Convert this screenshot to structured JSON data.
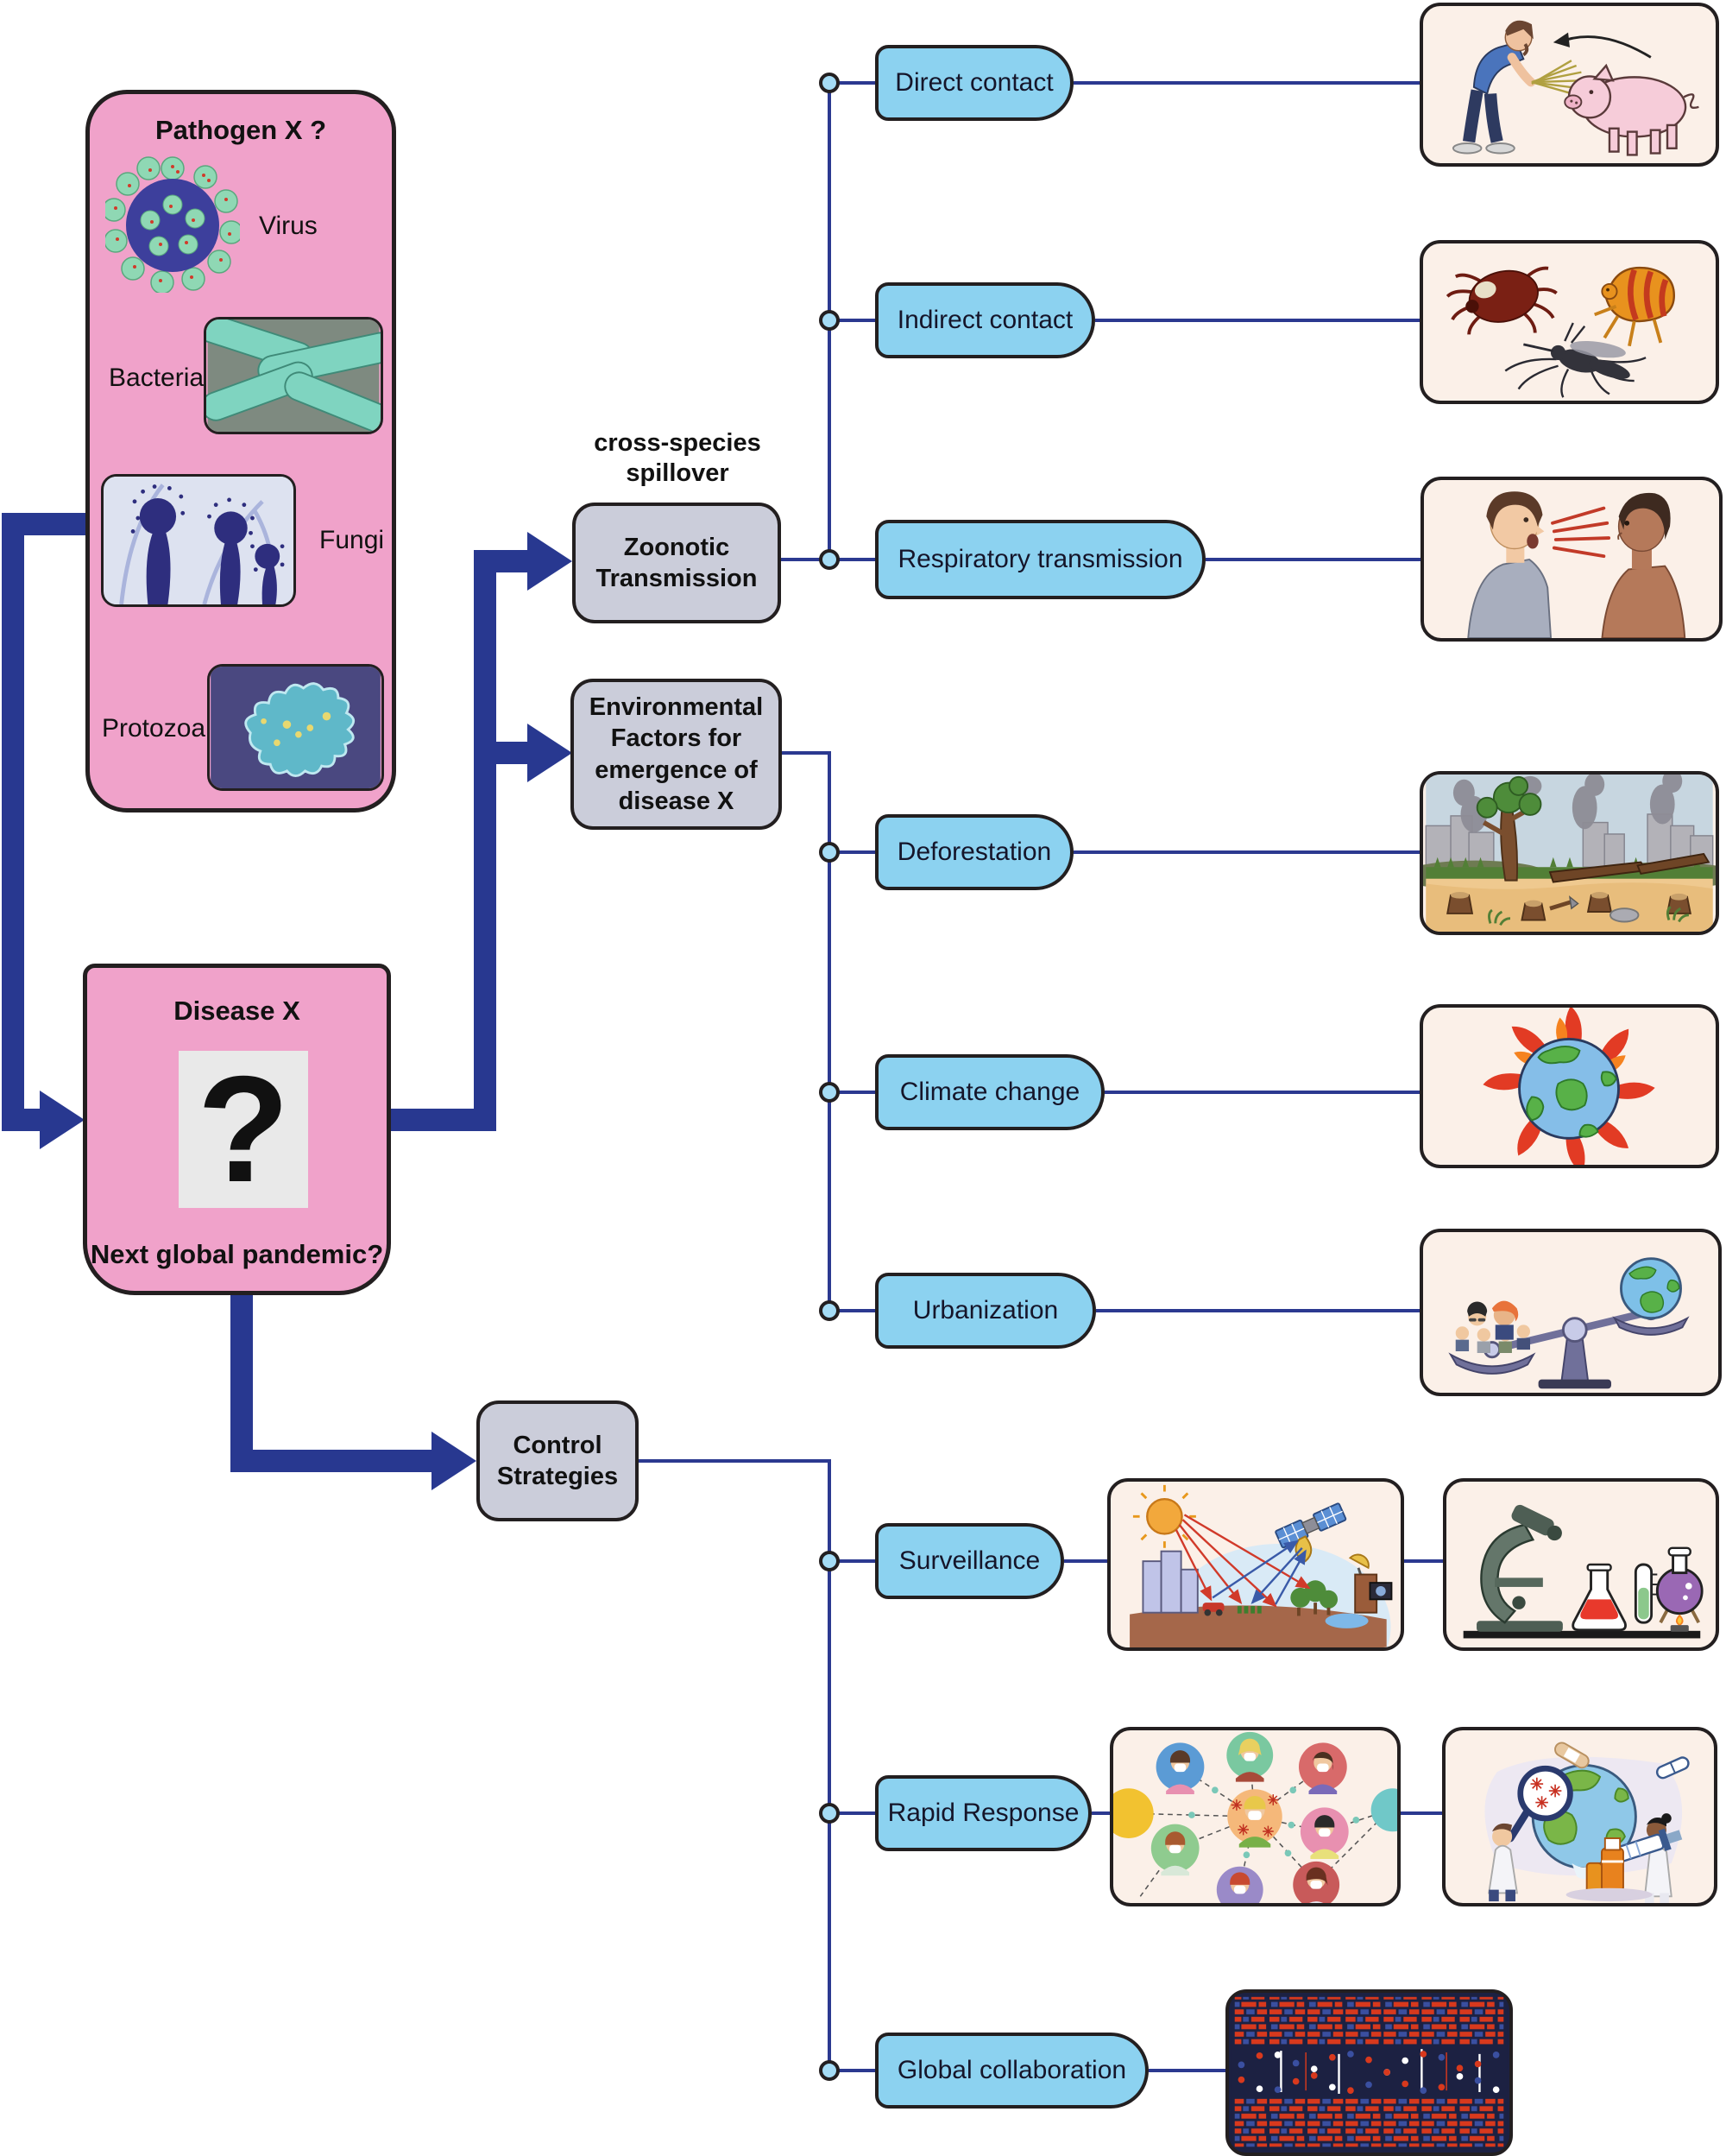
{
  "palette": {
    "pink": "#F0A2CA",
    "branch_blue": "#8CD2F0",
    "hub_gray": "#CBCDDA",
    "arrow_blue": "#283890",
    "line_blue": "#2B3990",
    "node_fill": "#A5DCF5",
    "outline": "#231F20",
    "panel_bg": "#FBF0E8",
    "genome_bg": "#1C2142"
  },
  "pathogen_box": {
    "title": "Pathogen X ?",
    "items": [
      "Virus",
      "Bacteria",
      "Fungi",
      "Protozoa"
    ]
  },
  "disease_box": {
    "title": "Disease X",
    "symbol": "?",
    "subtitle": "Next global pandemic?"
  },
  "spillover_caption": "cross-species\nspillover",
  "hubs": {
    "zoonotic": "Zoonotic\nTransmission",
    "environmental": "Environmental\nFactors for\nemergence of\ndisease X",
    "control": "Control\nStrategies"
  },
  "zoonotic_branches": [
    "Direct contact",
    "Indirect contact",
    "Respiratory transmission"
  ],
  "environmental_branches": [
    "Deforestation",
    "Climate change",
    "Urbanization"
  ],
  "control_branches": [
    "Surveillance",
    "Rapid Response",
    "Global collaboration"
  ],
  "illustrations": {
    "virus": "coronavirus-icon",
    "bacteria": "bacteria-photo-icon",
    "fungi": "aspergillus-fungi-icon",
    "protozoa": "amoeba-protozoa-icon",
    "direct_contact": "farmer-feeding-pig-illustration",
    "indirect_contact": "tick-flea-mosquito-vectors-illustration",
    "respiratory": "person-coughing-on-person-illustration",
    "deforestation": "cleared-forest-stumps-illustration",
    "climate_change": "burning-earth-illustration",
    "urbanization": "people-vs-globe-balance-scale-illustration",
    "surveillance_remote": "remote-sensing-satellite-illustration",
    "surveillance_lab": "laboratory-microscope-flasks-illustration",
    "rapid_network": "contact-tracing-network-illustration",
    "rapid_vaccine": "global-vaccination-scientists-illustration",
    "global_genome": "genomic-sequence-data-illustration"
  }
}
